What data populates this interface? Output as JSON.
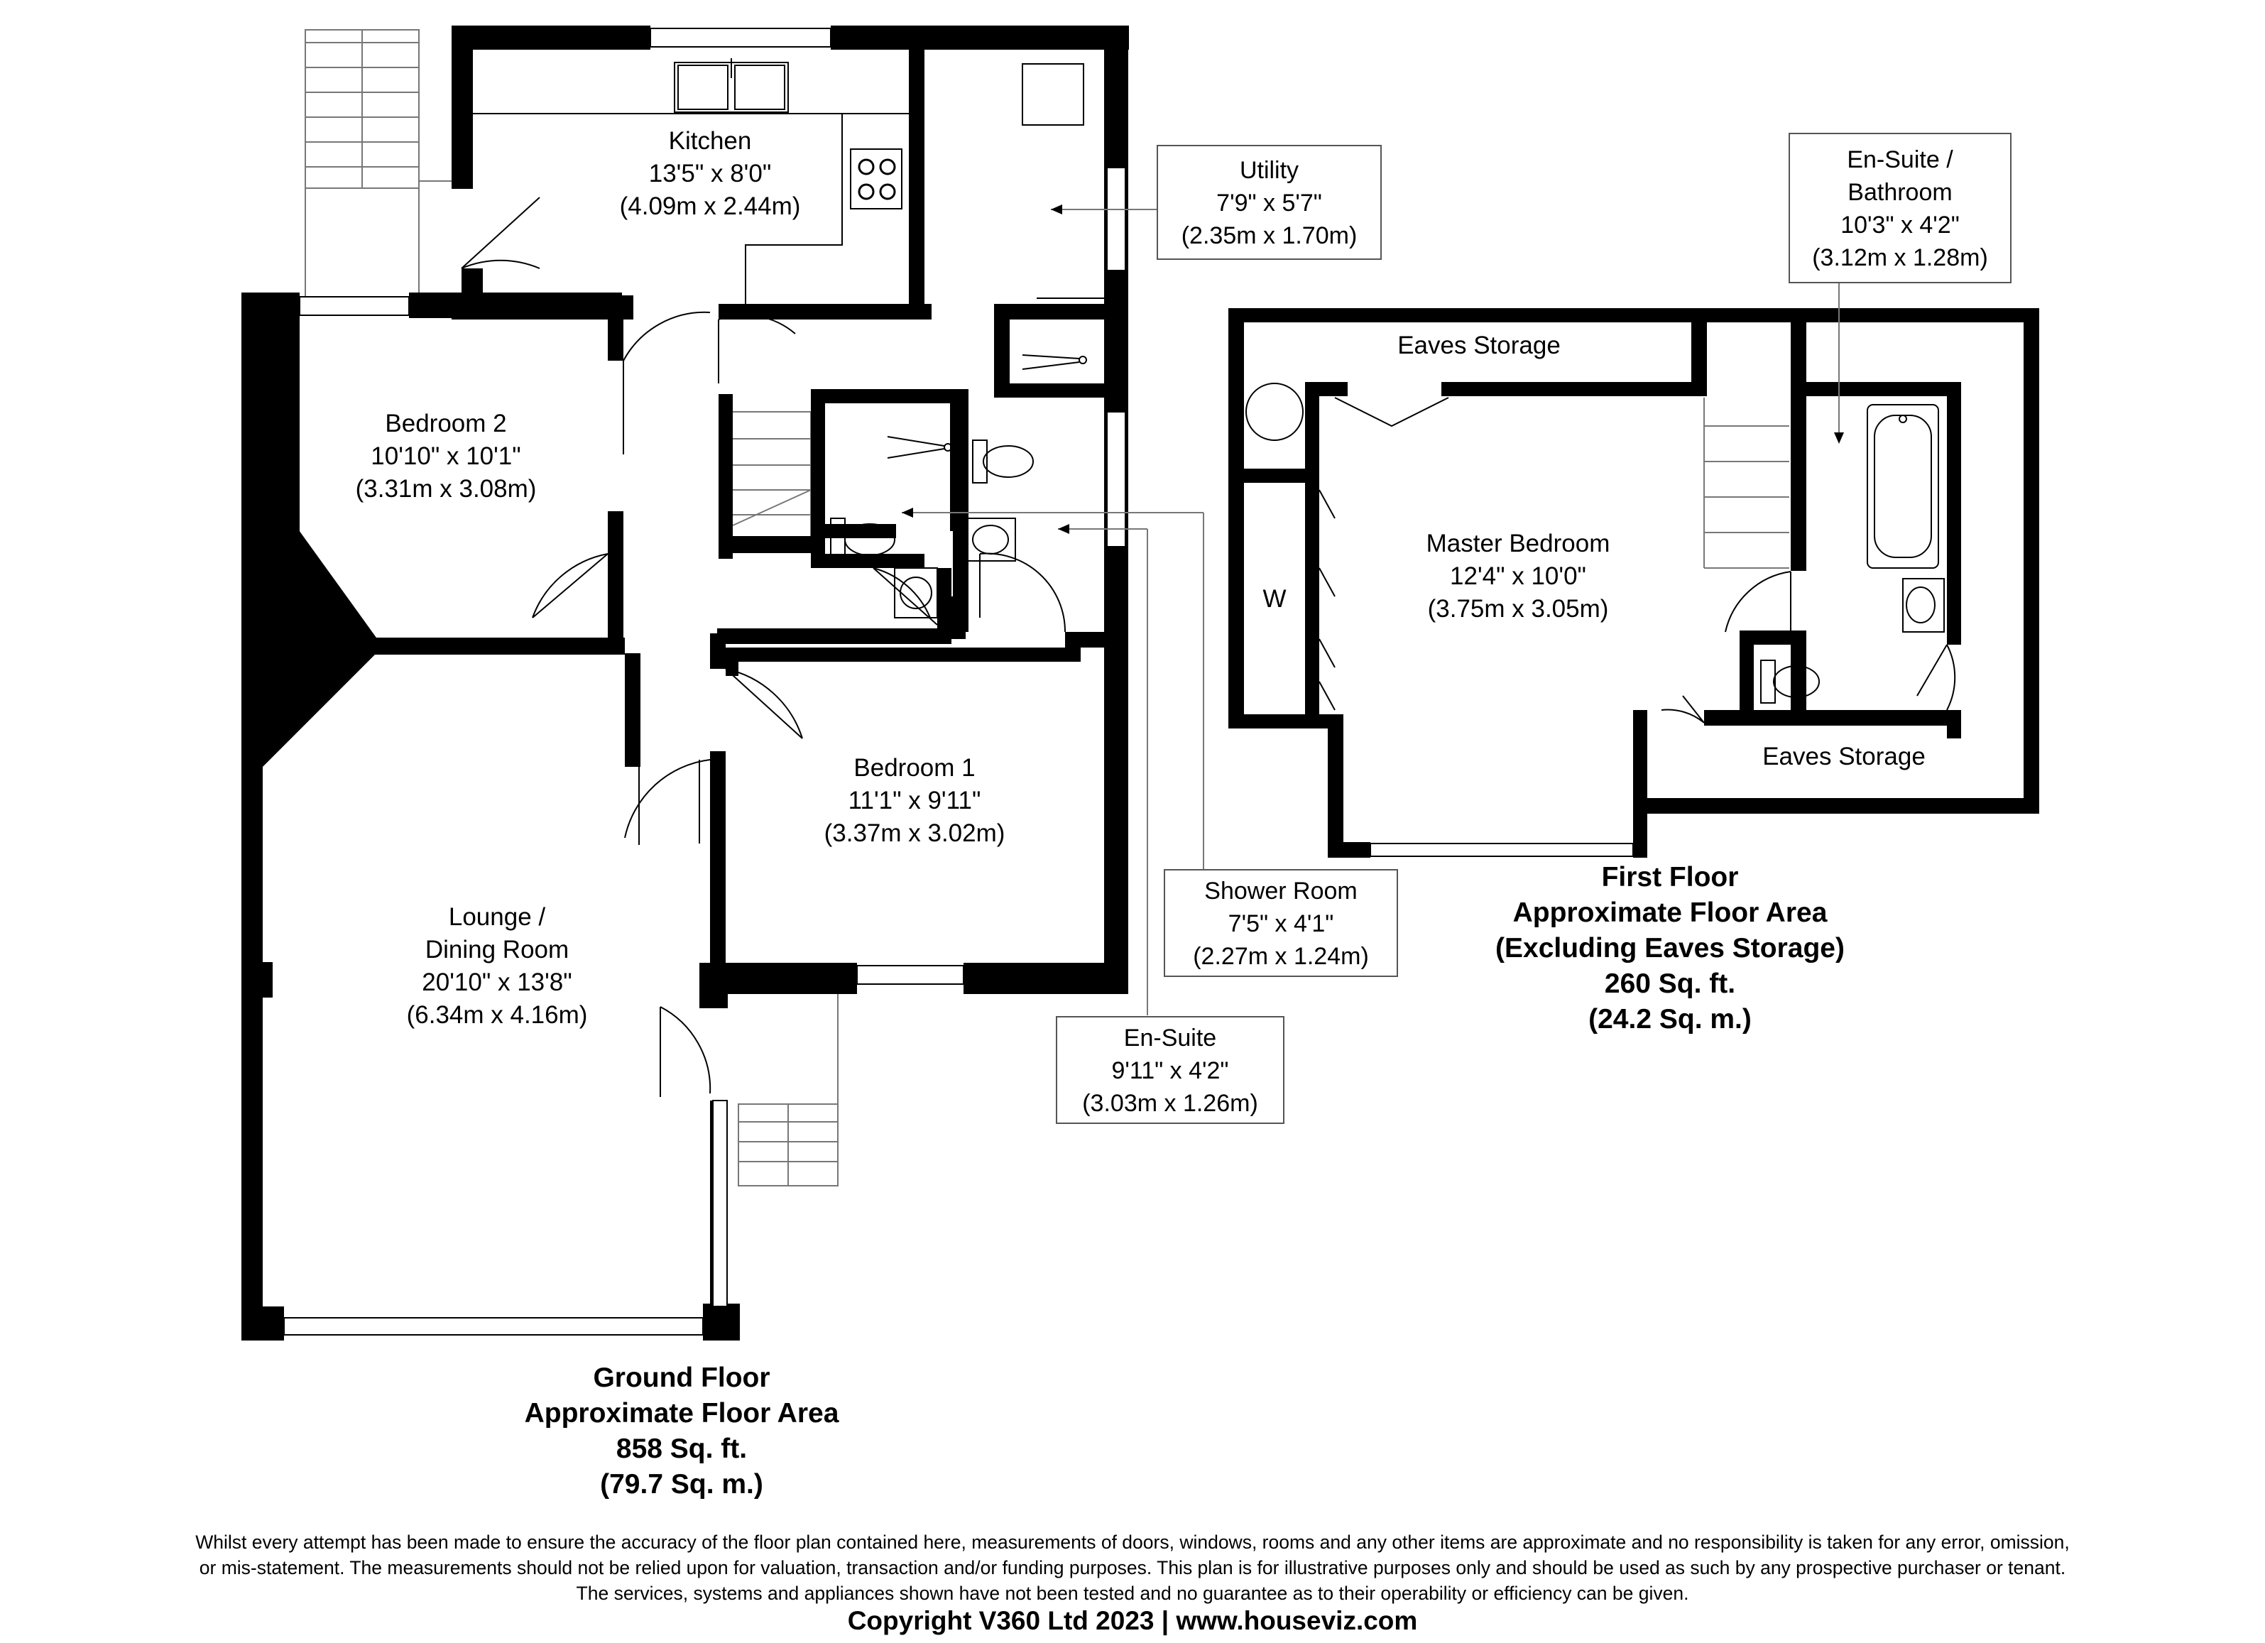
{
  "ground_floor": {
    "rooms": [
      {
        "id": "kitchen",
        "lines": [
          "Kitchen",
          "13'5\" x 8'0\"",
          "(4.09m x 2.44m)"
        ]
      },
      {
        "id": "bedroom2",
        "lines": [
          "Bedroom 2",
          "10'10\" x 10'1\"",
          "(3.31m x 3.08m)"
        ]
      },
      {
        "id": "bedroom1",
        "lines": [
          "Bedroom 1",
          "11'1\" x 9'11\"",
          "(3.37m x 3.02m)"
        ]
      },
      {
        "id": "lounge",
        "lines": [
          "Lounge /",
          "Dining Room",
          "20'10\" x 13'8\"",
          "(6.34m x 4.16m)"
        ]
      }
    ],
    "callouts": [
      {
        "id": "utility",
        "lines": [
          "Utility",
          "7'9\" x 5'7\"",
          "(2.35m x 1.70m)"
        ]
      },
      {
        "id": "shower",
        "lines": [
          "Shower Room",
          "7'5\" x 4'1\"",
          "(2.27m x 1.24m)"
        ]
      },
      {
        "id": "ensuite",
        "lines": [
          "En-Suite",
          "9'11\" x 4'2\"",
          "(3.03m x 1.26m)"
        ]
      }
    ],
    "area": [
      "Ground Floor",
      "Approximate Floor Area",
      "858 Sq. ft.",
      "(79.7 Sq. m.)"
    ]
  },
  "first_floor": {
    "rooms": [
      {
        "id": "master",
        "lines": [
          "Master Bedroom",
          "12'4\" x 10'0\"",
          "(3.75m x 3.05m)"
        ]
      },
      {
        "id": "eaves_top",
        "lines": [
          "Eaves Storage"
        ]
      },
      {
        "id": "eaves_bottom",
        "lines": [
          "Eaves Storage"
        ]
      },
      {
        "id": "wardrobe",
        "lines": [
          "W"
        ]
      }
    ],
    "callouts": [
      {
        "id": "ensuite_bath",
        "lines": [
          "En-Suite /",
          "Bathroom",
          "10'3\" x 4'2\"",
          "(3.12m x 1.28m)"
        ]
      }
    ],
    "area": [
      "First Floor",
      "Approximate Floor Area",
      "(Excluding Eaves Storage)",
      "260 Sq. ft.",
      "(24.2 Sq. m.)"
    ]
  },
  "disclaimer": [
    "Whilst every attempt has been made to ensure the accuracy of the floor plan contained here, measurements of doors, windows, rooms and any other items are approximate and no responsibility is taken for any error, omission,",
    "or mis-statement. The measurements should not be relied upon for valuation, transaction and/or funding purposes. This plan is for illustrative purposes only and should be used as such by any prospective purchaser or tenant.",
    "The services, systems and appliances shown have not been tested and no guarantee as to their operability or efficiency can be given."
  ],
  "copyright": "Copyright V360 Ltd 2023 | www.houseviz.com"
}
